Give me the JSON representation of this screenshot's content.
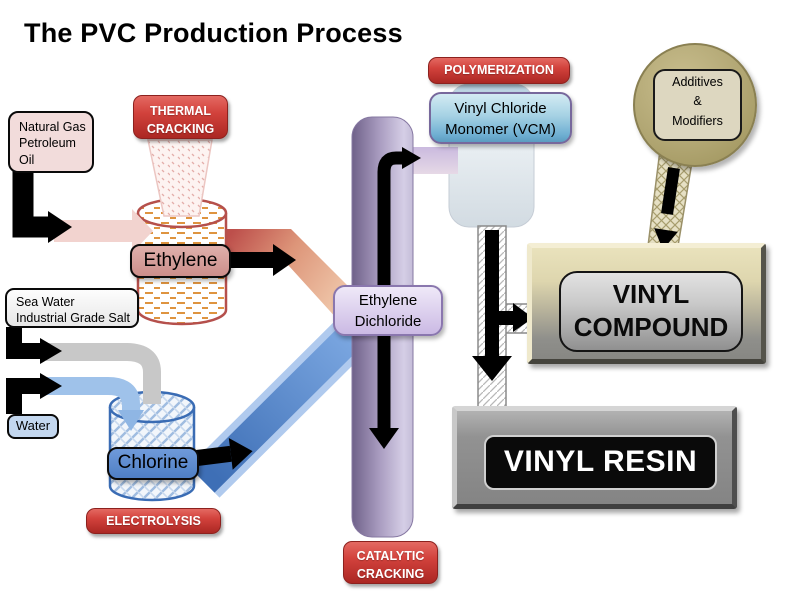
{
  "title": "The PVC Production Process",
  "stages": {
    "thermal_cracking": {
      "lines": [
        "THERMAL",
        "CRACKING"
      ]
    },
    "electrolysis": {
      "label": "ELECTROLYSIS"
    },
    "catalytic_cracking": {
      "lines": [
        "CATALYTIC",
        "CRACKING"
      ]
    },
    "polymerization": {
      "label": "POLYMERIZATION"
    }
  },
  "inputs": {
    "natural_gas": {
      "lines": [
        "Natural Gas",
        "Petroleum",
        "Oil"
      ]
    },
    "sea_water": {
      "lines": [
        "Sea Water",
        "Industrial Grade Salt"
      ]
    },
    "water": {
      "label": "Water"
    }
  },
  "intermediates": {
    "ethylene": {
      "label": "Ethylene"
    },
    "chlorine": {
      "label": "Chlorine"
    },
    "ethylene_dichloride": {
      "lines": [
        "Ethylene",
        "Dichloride"
      ]
    },
    "vcm": {
      "lines": [
        "Vinyl Chloride",
        "Monomer (VCM)"
      ]
    }
  },
  "additives": {
    "lines": [
      "Additives",
      "&",
      "Modifiers"
    ]
  },
  "outputs": {
    "vinyl_compound": {
      "lines": [
        "VINYL",
        "COMPOUND"
      ]
    },
    "vinyl_resin": {
      "label": "VINYL RESIN"
    }
  },
  "colors": {
    "stage_label_red": "#c4312c",
    "ethylene_accent": "#b5504c",
    "chlorine_accent": "#3a6cb4",
    "purple_pipe": "#a396bd",
    "additives_tan": "#ab9f6a",
    "compound_tan": "#ded6ae",
    "resin_gray": "#8a8a8a",
    "arrow_black": "#000000"
  }
}
